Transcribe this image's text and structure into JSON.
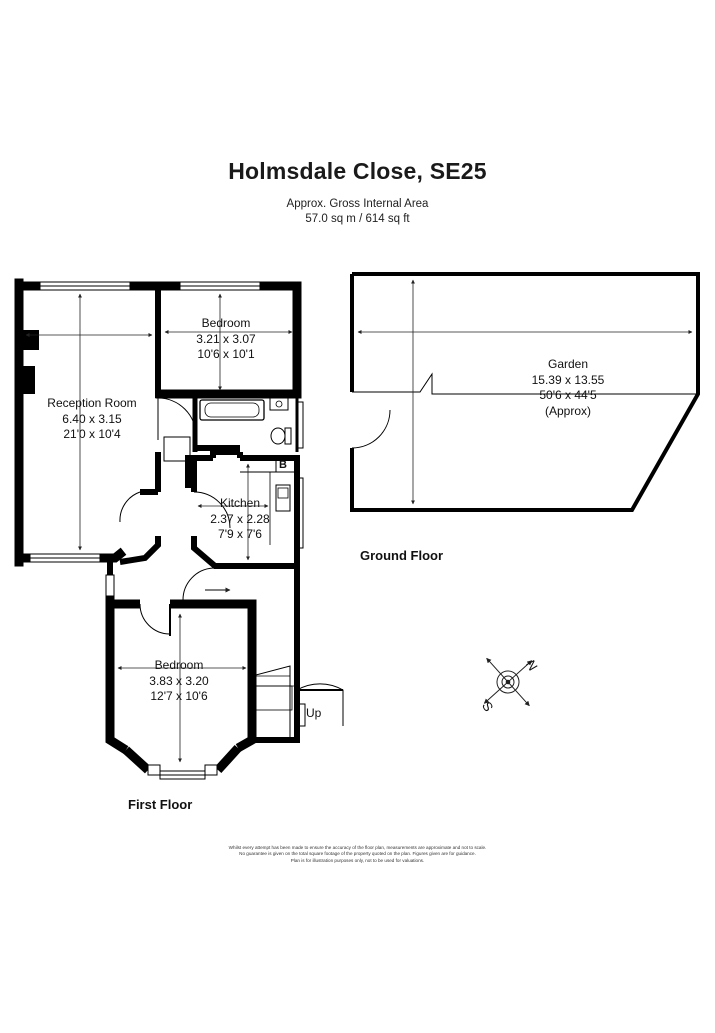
{
  "header": {
    "title": "Holmsdale Close, SE25",
    "area_label": "Approx. Gross Internal Area",
    "area_value": "57.0 sq m / 614 sq ft"
  },
  "rooms": {
    "bedroom_top": {
      "name": "Bedroom",
      "metric": "3.21 x 3.07",
      "imperial": "10'6 x 10'1"
    },
    "reception": {
      "name": "Reception Room",
      "metric": "6.40 x 3.15",
      "imperial": "21'0 x 10'4"
    },
    "kitchen": {
      "name": "Kitchen",
      "metric": "2.37 x 2.28",
      "imperial": "7'9 x 7'6"
    },
    "bedroom_first": {
      "name": "Bedroom",
      "metric": "3.83 x 3.20",
      "imperial": "12'7 x 10'6"
    },
    "garden": {
      "name": "Garden",
      "metric": "15.39 x 13.55",
      "imperial": "50'6 x 44'5",
      "note": "(Approx)"
    }
  },
  "markers": {
    "boiler": "B",
    "stairs_up": "Up"
  },
  "floors": {
    "ground": "Ground Floor",
    "first": "First Floor"
  },
  "compass": {
    "n": "N",
    "s": "S"
  },
  "disclaimer": {
    "line1": "Whilst every attempt has been made to ensure the accuracy of the floor plan, measurements are approximate and not to scale.",
    "line2": "No guarantee is given on the total square footage of the property quoted on the plan. Figures given are for guidance.",
    "line3": "Plan is for illustration purposes only, not to be used for valuations."
  }
}
